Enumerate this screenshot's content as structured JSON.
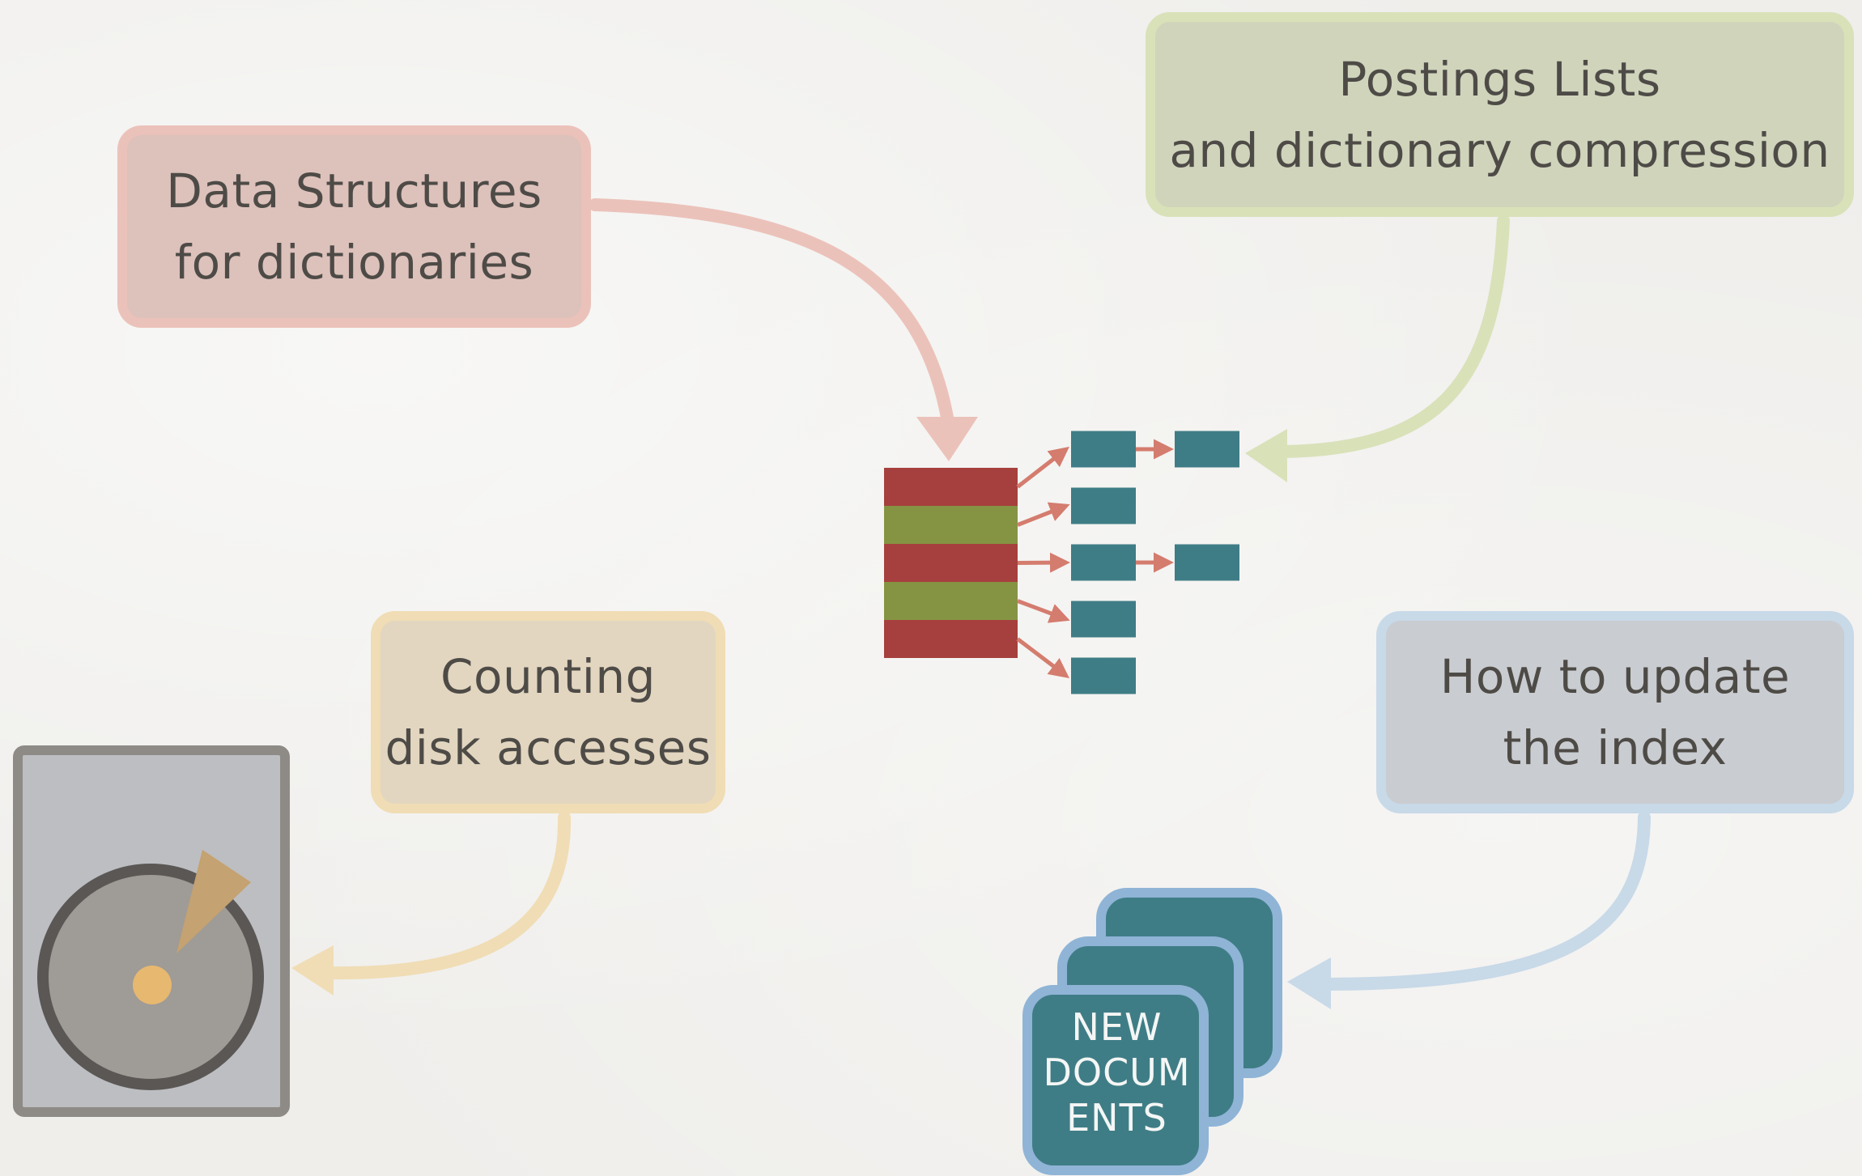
{
  "topics": {
    "data_structures": {
      "line1": "Data Structures",
      "line2": "for dictionaries",
      "color": "#ebc2ba"
    },
    "postings": {
      "line1": "Postings Lists",
      "line2": "and dictionary compression",
      "color": "#d9e1b9"
    },
    "counting": {
      "line1": "Counting",
      "line2": "disk accesses",
      "color": "#f0ddb5"
    },
    "update": {
      "line1": "How to update",
      "line2": "the index",
      "color": "#c8d9e8"
    }
  },
  "new_documents": {
    "line1": "NEW",
    "line2": "DOCUM",
    "line3": "ENTS"
  },
  "index_figure": {
    "dictionary_row_colors": [
      "#a6403e",
      "#859443",
      "#a6403e",
      "#859443",
      "#a6403e"
    ],
    "postings_counts": [
      2,
      1,
      2,
      1,
      1
    ],
    "posting_color": "#3f7d86",
    "pointer_color": "#d47c6e"
  },
  "disk_icon": "hard-disk-icon",
  "documents_icon": "document-stack-icon"
}
